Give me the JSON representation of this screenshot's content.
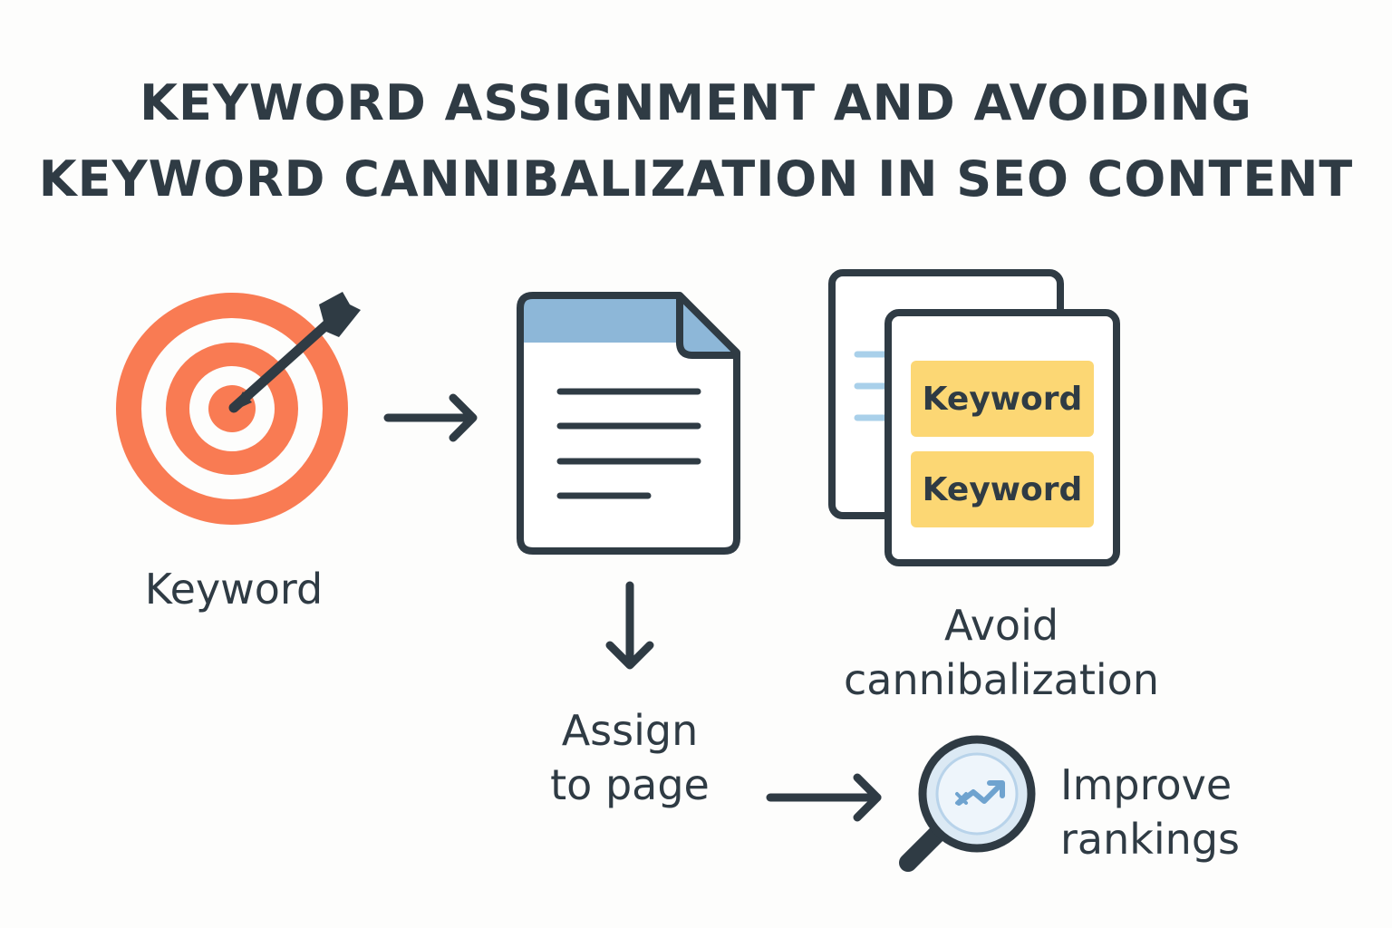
{
  "title": {
    "line1": "KEYWORD ASSIGNMENT AND AVOIDING",
    "line2": "KEYWORD CANNIBALIZATION IN SEO CONTENT"
  },
  "steps": {
    "keyword": {
      "label": "Keyword"
    },
    "assign": {
      "line1": "Assign",
      "line2": "to page"
    },
    "avoid": {
      "line1": "Avoid",
      "line2": "cannibalization",
      "tag1": "Keyword",
      "tag2": "Keyword"
    },
    "improve": {
      "line1": "Improve",
      "line2": "rankings"
    }
  },
  "colors": {
    "dark": "#2f3b44",
    "target_orange": "#f97b53",
    "doc_header_blue": "#8db7d8",
    "keyword_yellow": "#fcd774"
  },
  "icons": [
    "target-icon",
    "arrow-icon",
    "document-icon",
    "pages-icon",
    "magnifier-icon",
    "trend-icon"
  ]
}
